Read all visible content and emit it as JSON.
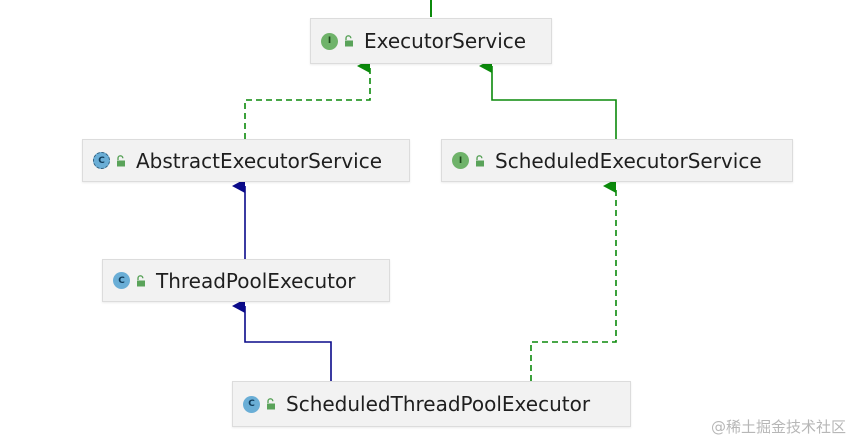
{
  "nodes": {
    "executor_service": {
      "name": "ExecutorService",
      "kind": "I"
    },
    "abstract_executor_service": {
      "name": "AbstractExecutorService",
      "kind": "C"
    },
    "scheduled_executor_service": {
      "name": "ScheduledExecutorService",
      "kind": "I"
    },
    "thread_pool_executor": {
      "name": "ThreadPoolExecutor",
      "kind": "C"
    },
    "scheduled_thread_pool_executor": {
      "name": "ScheduledThreadPoolExecutor",
      "kind": "C"
    }
  },
  "colors": {
    "implements_edge": "#0b8a0b",
    "extends_edge": "#0a0a8a",
    "lock_icon": "#5aa35a"
  },
  "watermark": "@稀土掘金技术社区"
}
